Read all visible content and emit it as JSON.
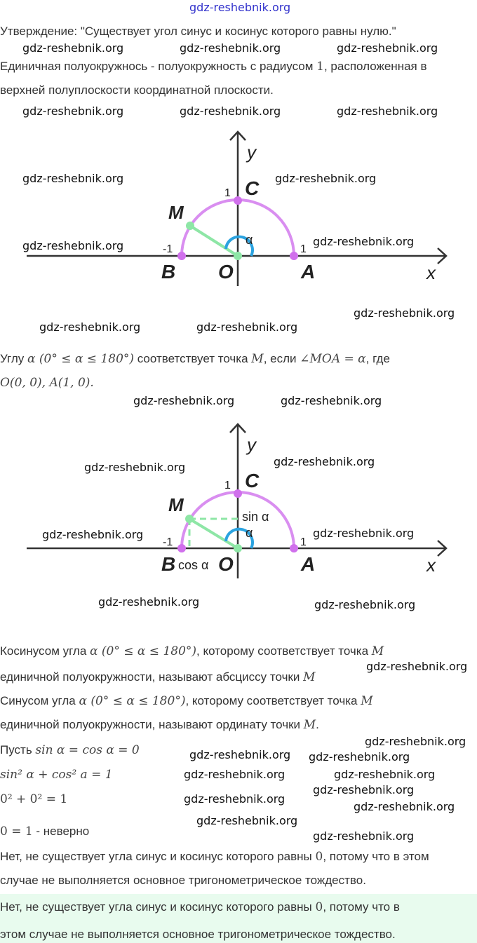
{
  "watermark": "gdz-reshebnik.org",
  "lines": {
    "l1": "Утверждение: \"Существует угол синус и косинус которого равны нулю.\"",
    "l2a": "Единичная полуокружнось - полуокружность с радиусом ",
    "l2n": "1",
    "l2b": ", расположенная в",
    "l3": "верхней полуплоскости координатной плоскости.",
    "l4a": "Углу ",
    "l4m": "α (0° ≤ α ≤ 180°)",
    "l4b": " соответствует точка ",
    "l4M": "M",
    "l4c": ", если ",
    "l4ang": "∠MOA = α",
    "l4d": ", где",
    "l5": "O(0, 0), A(1, 0).",
    "l6a": "Косинусом угла ",
    "l6m": "α (0° ≤ α ≤ 180°)",
    "l6b": ", которому соответствует точка ",
    "l6M": "M",
    "l7a": "единичной полуокружности, называют абсциссу точки ",
    "l7M": "M",
    "l8a": "Синусом угла ",
    "l8m": "α (0° ≤ α ≤ 180°)",
    "l8b": ", которому соответствует точка ",
    "l8M": "M",
    "l9a": "единичной полуокружности, называют ординату точки ",
    "l9M": "M",
    ".": ".",
    "l10a": "Пусть ",
    "l10m": "sin α = cos α = 0",
    "l11": "sin² α + cos² a = 1",
    "l12": "0² + 0² = 1",
    "l13m": "0 = 1",
    "l13b": " - неверно",
    "l14a": "Нет, не существует угла синус и косинус которого равны ",
    "l14n": "0",
    "l14b": ", потому что в этом",
    "l15": "случае не выполняется основное тригонометрическое тождество."
  },
  "answer": {
    "a": "Нет, не существует угла синус и косинус которого равны ",
    "n": "0",
    "b": ", потому что в",
    "c": "этом случае не выполняется основное тригонометрическое тождество."
  },
  "diagram": {
    "y": "y",
    "x": "x",
    "C": "C",
    "M": "M",
    "B": "B",
    "O": "O",
    "A": "A",
    "one": "1",
    "minus_one": "-1",
    "one_a": "1",
    "alpha": "α",
    "sin": "sin α",
    "cos": "cos α"
  },
  "colors": {
    "arc": "#d98ef0",
    "point": "#d070ec",
    "radius": "#8ee6a6",
    "angle": "#2ba3e0",
    "answer_bg": "#e8fbee"
  }
}
